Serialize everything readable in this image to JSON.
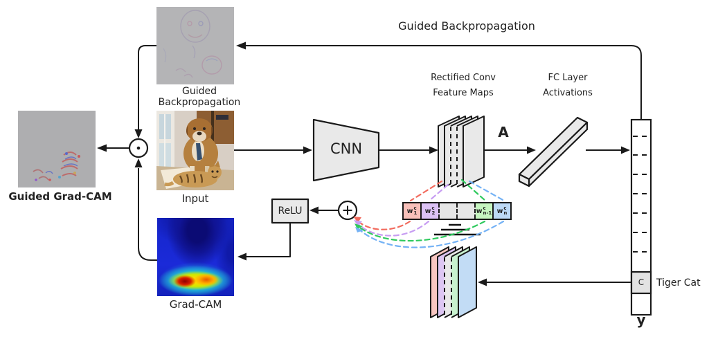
{
  "figure": {
    "top_label": "Guided Backpropagation",
    "captions": {
      "guided_backprop": "Guided Backpropagation",
      "input": "Input",
      "grad_cam": "Grad-CAM",
      "guided_grad_cam": "Guided Grad-CAM"
    },
    "nodes": {
      "cnn": "CNN",
      "relu": "ReLU",
      "rectified_conv_line1": "Rectified Conv",
      "rectified_conv_line2": "Feature Maps",
      "fc_line1": "FC Layer",
      "fc_line2": "Activations",
      "feature_maps_symbol": "A",
      "output_vector_symbol": "y",
      "class_cell_label": "C",
      "class_name": "Tiger Cat"
    },
    "weights": {
      "cells": [
        {
          "base": "w",
          "sub": "1",
          "sup": "c",
          "fill": "#f8c0ba"
        },
        {
          "base": "w",
          "sub": "2",
          "sup": "c",
          "fill": "#dcc2f5"
        },
        {
          "base": "",
          "sub": "",
          "sup": "",
          "fill": "#e6e6e6"
        },
        {
          "base": "",
          "sub": "",
          "sup": "",
          "fill": "#e6e6e6"
        },
        {
          "base": "w",
          "sub": "n-1",
          "sup": "c",
          "fill": "#c6f5c0"
        },
        {
          "base": "w",
          "sub": "n",
          "sup": "c",
          "fill": "#bdd9f5"
        }
      ]
    },
    "colors": {
      "red": "#f26b5e",
      "purple": "#c79df2",
      "green": "#2fca5e",
      "blue": "#74b2f5",
      "sheet_pink": "#f8c6c1",
      "sheet_purple": "#ddc6f3",
      "sheet_gray": "#e9e9e9",
      "sheet_green": "#c8f2cf",
      "sheet_blue": "#c2dcf5"
    }
  }
}
